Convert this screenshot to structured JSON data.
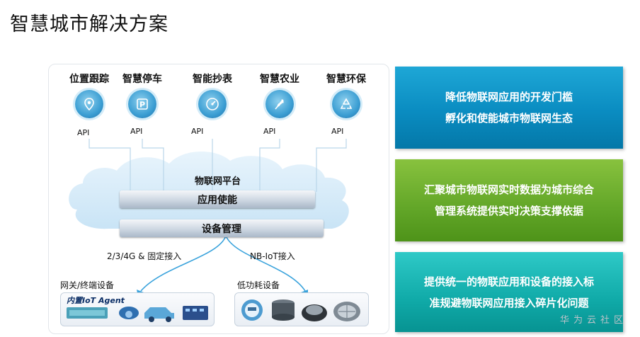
{
  "title": "智慧城市解决方案",
  "applications": [
    {
      "label": "位置跟踪",
      "icon": "location-icon"
    },
    {
      "label": "智慧停车",
      "icon": "parking-icon"
    },
    {
      "label": "智能抄表",
      "icon": "meter-gauge-icon"
    },
    {
      "label": "智慧农业",
      "icon": "wheat-icon"
    },
    {
      "label": "智慧环保",
      "icon": "recycle-icon"
    }
  ],
  "api_label": "API",
  "platform": {
    "title": "物联网平台",
    "app_enablement": "应用使能",
    "device_management": "设备管理"
  },
  "connections": {
    "left": "2/3/4G & 固定接入",
    "right": "NB-IoT接入"
  },
  "device_groups": {
    "gateway": {
      "label": "网关/终端设备",
      "agent": "内置IoT Agent"
    },
    "low_power": {
      "label": "低功耗设备"
    }
  },
  "panels": [
    {
      "line1": "降低物联网应用的开发门槛",
      "line2": "孵化和使能城市物联网生态",
      "color": "#0a8cc1"
    },
    {
      "line1": "汇聚城市物联网实时数据为城市综合",
      "line2": "管理系统提供实时决策支撑依据",
      "color": "#62a628"
    },
    {
      "line1": "提供统一的物联应用和设备的接入标",
      "line2": "准规避物联网应用接入碎片化问题",
      "color": "#10aaa8"
    }
  ],
  "watermark": "华为云社区"
}
